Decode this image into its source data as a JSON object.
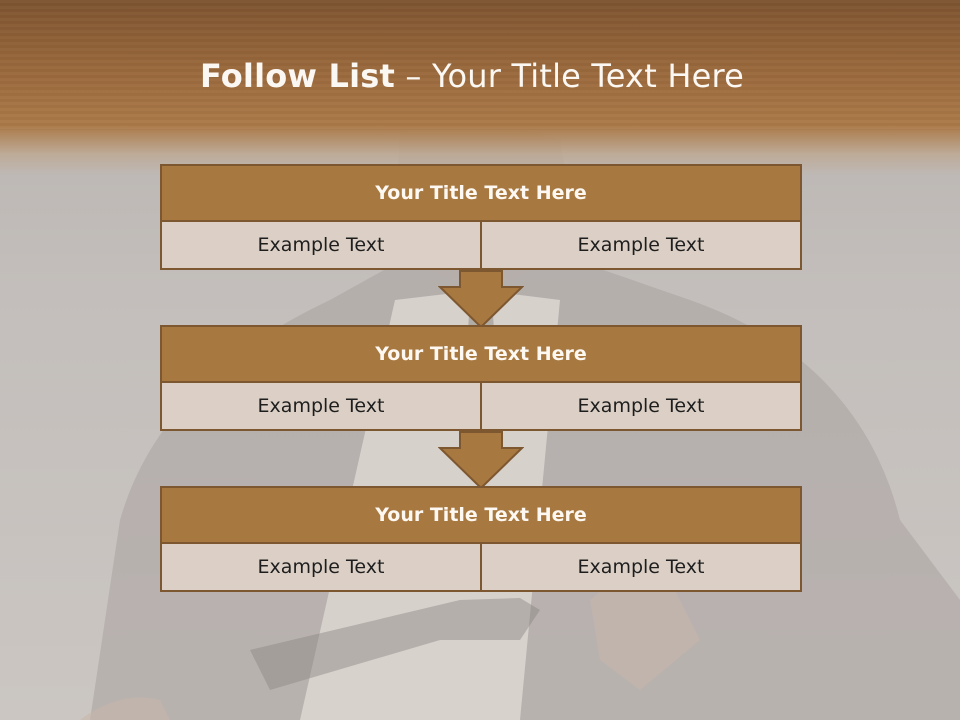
{
  "title": {
    "bold": "Follow List",
    "rest": " – Your Title Text Here"
  },
  "blocks": [
    {
      "title": "Your Title Text Here",
      "cells": [
        "Example Text",
        "Example Text"
      ]
    },
    {
      "title": "Your Title Text Here",
      "cells": [
        "Example Text",
        "Example Text"
      ]
    },
    {
      "title": "Your Title Text Here",
      "cells": [
        "Example Text",
        "Example Text"
      ]
    }
  ],
  "colors": {
    "header": "#97663a",
    "block_title": "#a87841",
    "block_cell": "#dcd0c6",
    "border": "#7d5730",
    "arrow": "#a87841"
  }
}
